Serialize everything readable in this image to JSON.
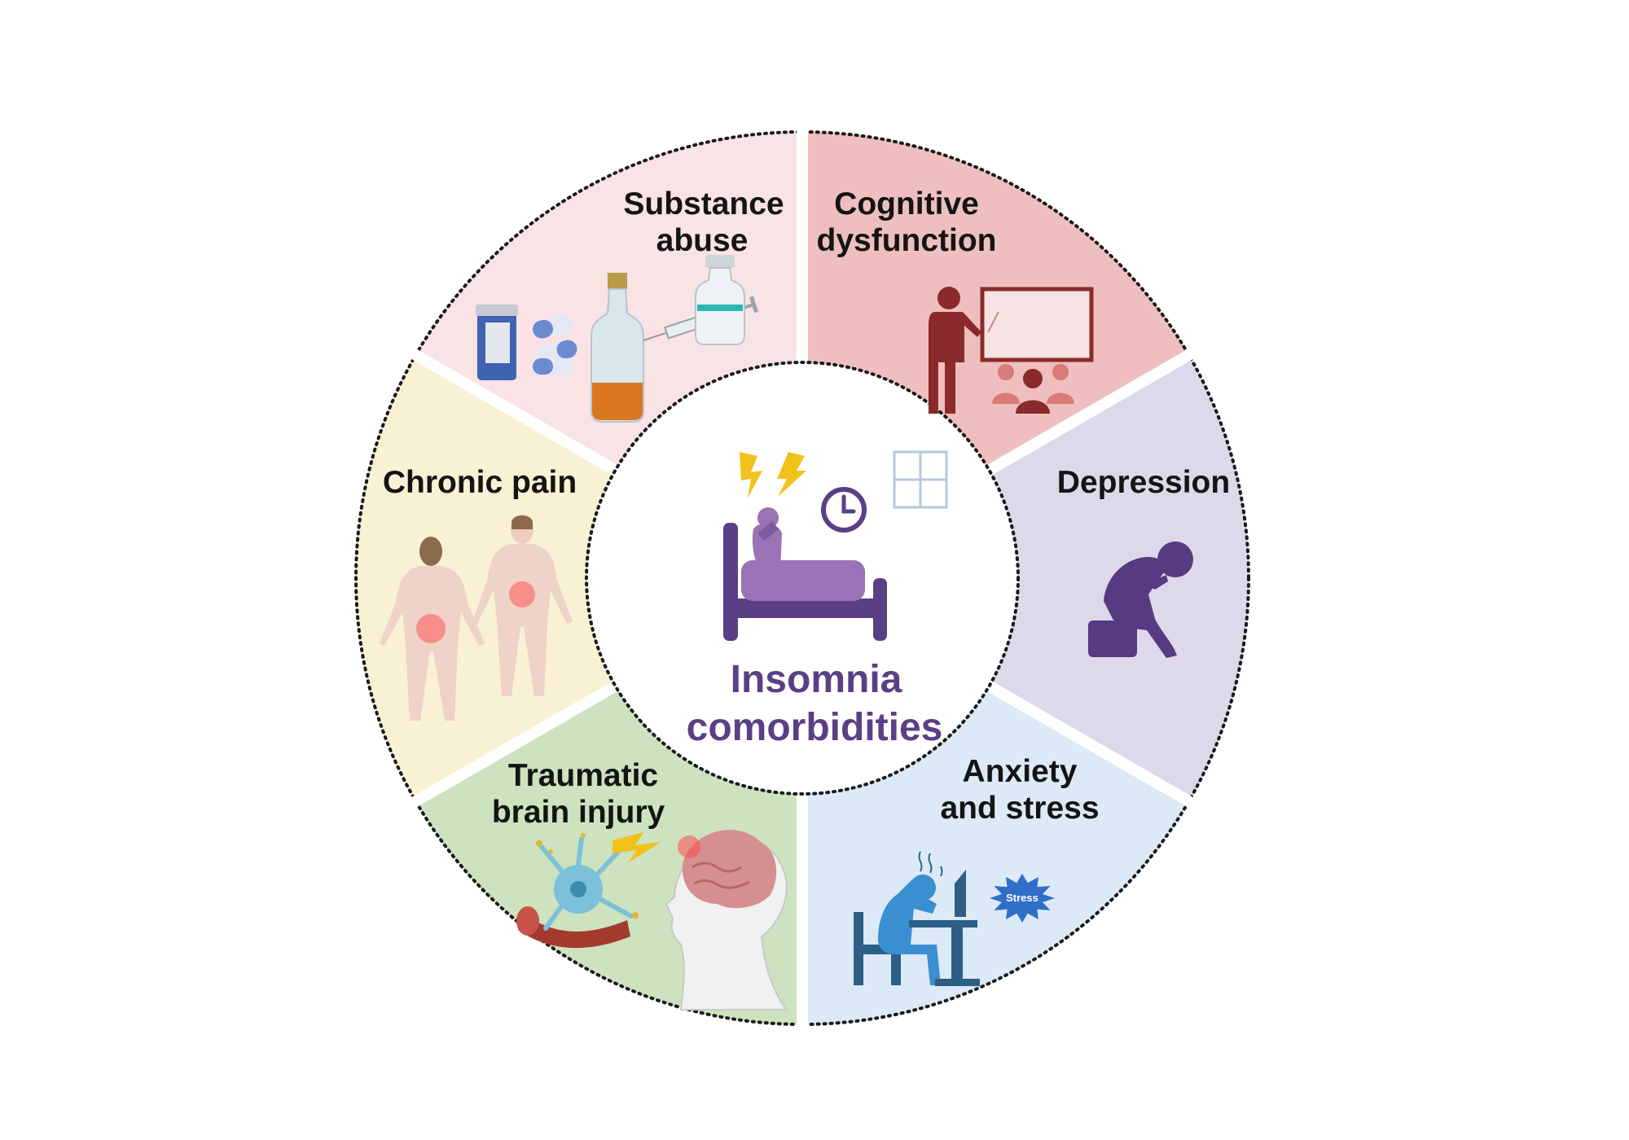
{
  "center": {
    "title_line1": "Insomnia",
    "title_line2": "comorbidities",
    "icon": "insomnia-bed-icon"
  },
  "segments": [
    {
      "key": "substance",
      "line1": "Substance",
      "line2": "abuse",
      "color": "#f9e3e4",
      "icon": "pills-bottle-syringe-icon"
    },
    {
      "key": "cognitive",
      "line1": "Cognitive",
      "line2": "dysfunction",
      "color": "#efbfc0",
      "icon": "teacher-board-icon"
    },
    {
      "key": "depression",
      "line1": "Depression",
      "line2": "",
      "color": "#ddd8ea",
      "icon": "sad-person-icon"
    },
    {
      "key": "anxiety",
      "line1": "Anxiety",
      "line2": "and stress",
      "color": "#dce9f7",
      "icon": "stressed-worker-icon"
    },
    {
      "key": "tbi",
      "line1": "Traumatic",
      "line2": "brain injury",
      "color": "#cde2bf",
      "icon": "brain-neuron-icon"
    },
    {
      "key": "pain",
      "line1": "Chronic pain",
      "line2": "",
      "color": "#f8f1d3",
      "icon": "human-body-pain-icon"
    }
  ],
  "stress_badge": "Stress",
  "colors": {
    "purple": "#5b3f86",
    "purple_light": "#9a72b5",
    "dark_red": "#8b2a2a",
    "depression_purple": "#563a82",
    "anxiety_blue": "#2d5f86",
    "anxiety_light_blue": "#3a8fd0"
  }
}
